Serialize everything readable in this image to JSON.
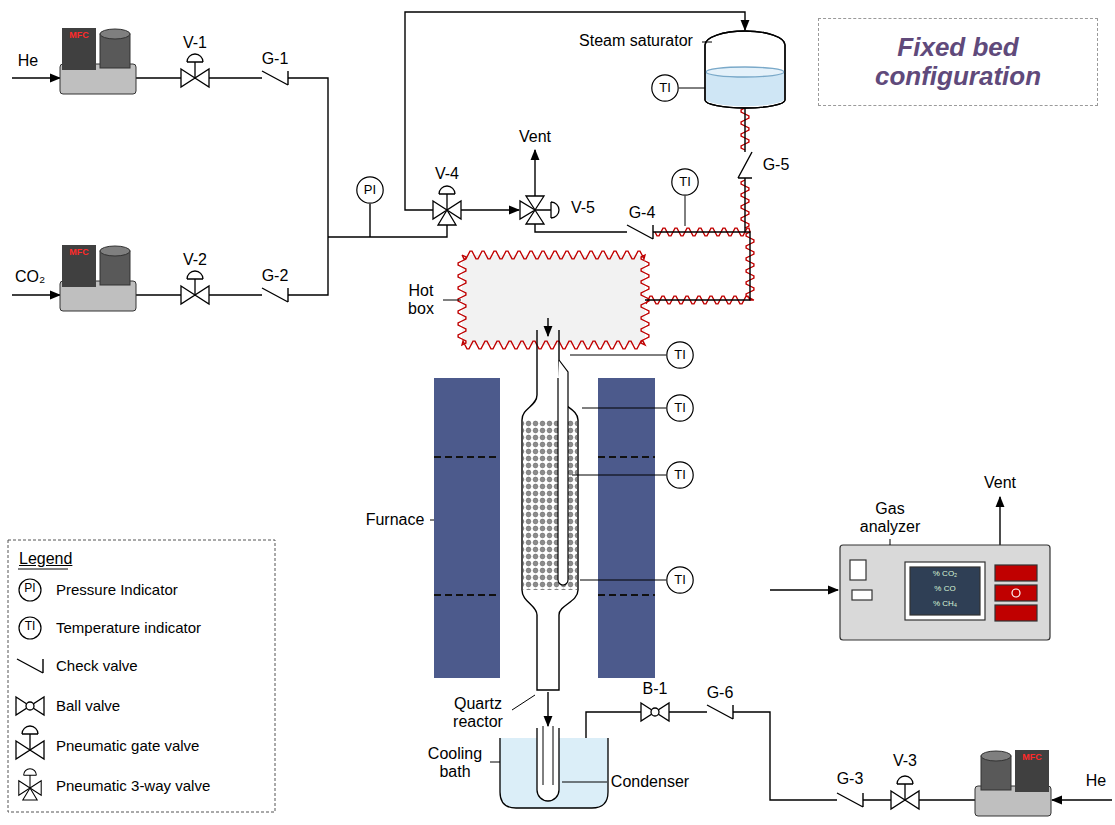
{
  "diagram": {
    "nodes": [
      {
        "text": [
          "Fixed bed configuration"
        ]
      },
      {
        "text": [
          "MFC"
        ]
      },
      {
        "text": [
          "MFC"
        ]
      },
      {
        "text": [
          "MFC"
        ]
      },
      {
        "text": [
          "PI"
        ]
      },
      {
        "text": [
          "TI"
        ]
      },
      {
        "text": [
          "TI"
        ]
      },
      {
        "text": [
          "TI"
        ]
      },
      {
        "text": [
          "TI"
        ]
      },
      {
        "text": [
          "TI"
        ]
      },
      {
        "text": [
          "TI"
        ]
      }
    ],
    "labels": [
      "He",
      "CO₂",
      "V-1",
      "G-1",
      "V-2",
      "G-2",
      "Vent",
      "V-4",
      "V-5",
      "G-4",
      "Steam saturator",
      "G-5",
      "Hot box",
      "Furnace",
      "Quartz reactor",
      "Cooling bath",
      "Condenser",
      "B-1",
      "G-6",
      "Gas analyzer",
      "Vent",
      "G-3",
      "V-3",
      "He",
      "Legend",
      "PI",
      "TI",
      "% CO₂",
      "% CO",
      "% CH₄"
    ],
    "legend": [
      {
        "text": "Pressure Indicator"
      },
      {
        "text": "Temperature indicator"
      },
      {
        "text": "Check valve"
      },
      {
        "text": "Ball valve"
      },
      {
        "text": "Pneumatic gate valve"
      },
      {
        "text": "Pneumatic 3-way valve"
      }
    ]
  }
}
